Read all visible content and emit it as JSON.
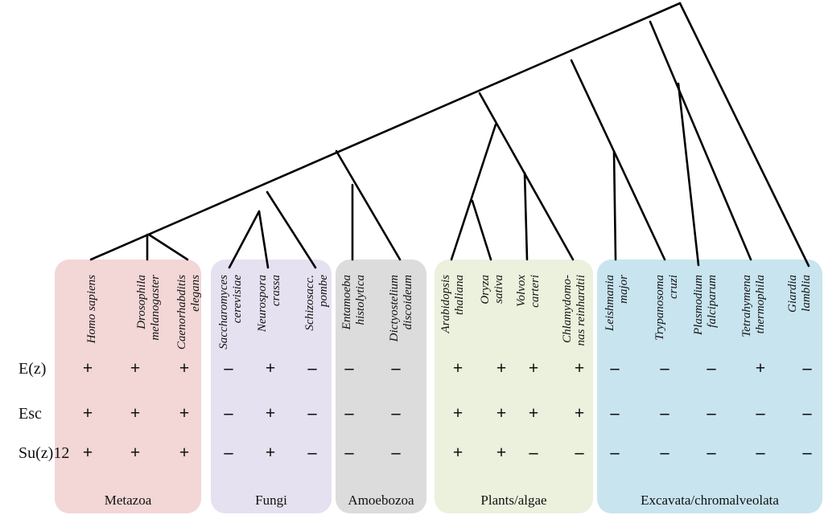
{
  "groups": [
    {
      "id": "metazoa",
      "label": "Metazoa",
      "color": "#f3d6d6"
    },
    {
      "id": "fungi",
      "label": "Fungi",
      "color": "#e5e1f0"
    },
    {
      "id": "amoebozoa",
      "label": "Amoebozoa",
      "color": "#dcdcdc"
    },
    {
      "id": "plants",
      "label": "Plants/algae",
      "color": "#ebf1dc"
    },
    {
      "id": "excavata",
      "label": "Excavata/chromalveolata",
      "color": "#c8e4ef"
    }
  ],
  "species": [
    {
      "id": "homo",
      "lines": [
        "Homo sapiens"
      ],
      "marks": [
        "+",
        "+",
        "+"
      ]
    },
    {
      "id": "drosophila",
      "lines": [
        "Drosophila",
        "melanogaster"
      ],
      "marks": [
        "+",
        "+",
        "+"
      ]
    },
    {
      "id": "caenorhabditis",
      "lines": [
        "Caenorhabditis",
        "elegans"
      ],
      "marks": [
        "+",
        "+",
        "+"
      ]
    },
    {
      "id": "saccharomyces",
      "lines": [
        "Saccharomyces",
        "cerevisiae"
      ],
      "marks": [
        "-",
        "-",
        "-"
      ]
    },
    {
      "id": "neurospora",
      "lines": [
        "Neurospora",
        "crassa"
      ],
      "marks": [
        "+",
        "+",
        "+"
      ]
    },
    {
      "id": "schizosacc",
      "lines": [
        "Schizosacc.",
        "pombe"
      ],
      "marks": [
        "-",
        "-",
        "-"
      ]
    },
    {
      "id": "entamoeba",
      "lines": [
        "Entamoeba",
        "histolytica"
      ],
      "marks": [
        "-",
        "-",
        "-"
      ]
    },
    {
      "id": "dictyostelium",
      "lines": [
        "Dictyostelium",
        "discoideum"
      ],
      "marks": [
        "-",
        "-",
        "-"
      ]
    },
    {
      "id": "arabidopsis",
      "lines": [
        "Arabidopsis",
        "thaliana"
      ],
      "marks": [
        "+",
        "+",
        "+"
      ]
    },
    {
      "id": "oryza",
      "lines": [
        "Oryza",
        "sativa"
      ],
      "marks": [
        "+",
        "+",
        "+"
      ]
    },
    {
      "id": "volvox",
      "lines": [
        "Volvox",
        "carteri"
      ],
      "marks": [
        "+",
        "+",
        "-"
      ]
    },
    {
      "id": "chlamydomonas",
      "lines": [
        "Chlamydomo-",
        "nas reinhardtii"
      ],
      "marks": [
        "+",
        "+",
        "-"
      ]
    },
    {
      "id": "leishmania",
      "lines": [
        "Leishmania",
        "major"
      ],
      "marks": [
        "-",
        "-",
        "-"
      ]
    },
    {
      "id": "trypanosoma",
      "lines": [
        "Trypanosoma",
        "cruzi"
      ],
      "marks": [
        "-",
        "-",
        "-"
      ]
    },
    {
      "id": "plasmodium",
      "lines": [
        "Plasmodium",
        "falciparum"
      ],
      "marks": [
        "-",
        "-",
        "-"
      ]
    },
    {
      "id": "tetrahymena",
      "lines": [
        "Tetrahymena",
        "thermophila"
      ],
      "marks": [
        "+",
        "-",
        "-"
      ]
    },
    {
      "id": "giardia",
      "lines": [
        "Giardia",
        "lamblia"
      ],
      "marks": [
        "-",
        "-",
        "-"
      ]
    }
  ],
  "rows": [
    "E(z)",
    "Esc",
    "Su(z)12"
  ]
}
